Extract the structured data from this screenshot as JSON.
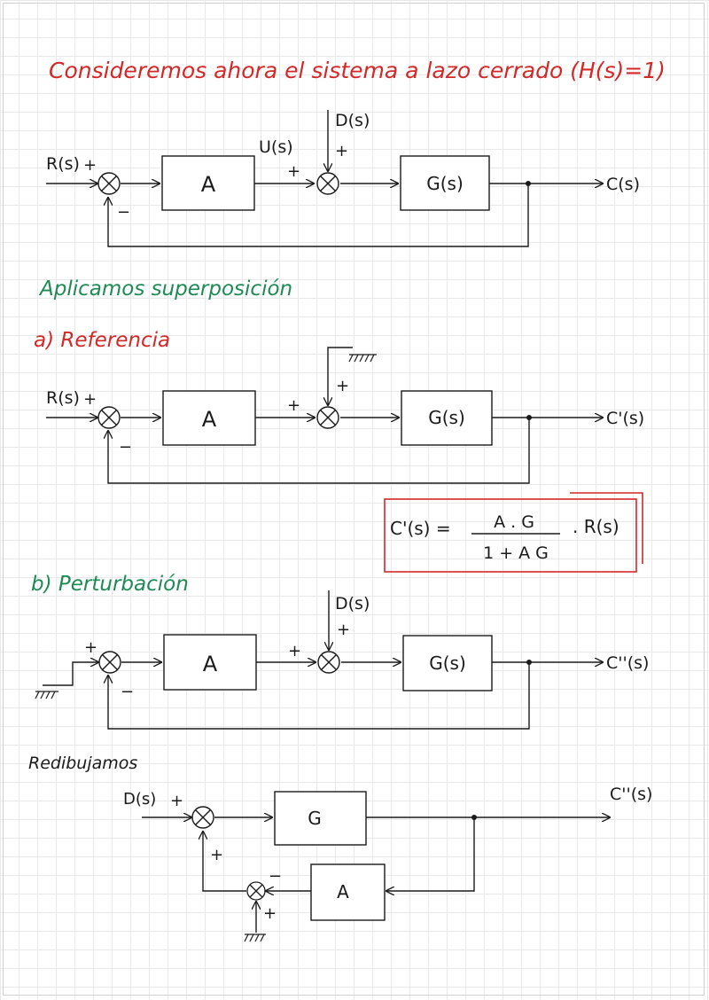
{
  "colors": {
    "title": "#d42828",
    "heading_green": "#1e8a54",
    "ink": "#1a1a1a",
    "result_box": "#d42828",
    "grid": "#e9e9e9"
  },
  "title": "Consideremos ahora el sistema a lazo cerrado (H(s)=1)",
  "subtitle": "Aplicamos superposición",
  "section_a": {
    "heading": "a) Referencia",
    "input_label": "R(s)",
    "plus_in": "+",
    "minus_fb": "−",
    "block_a": "A",
    "plus_sum2_left": "+",
    "plus_sum2_top": "+",
    "block_g": "G(s)",
    "output_label": "C'(s)"
  },
  "section_main": {
    "input_label": "R(s)",
    "plus_in": "+",
    "minus_fb": "−",
    "block_a": "A",
    "u_label": "U(s)",
    "plus_sum2_left": "+",
    "disturbance_label": "D(s)",
    "plus_sum2_top": "+",
    "block_g": "G(s)",
    "output_label": "C(s)"
  },
  "result": {
    "lhs": "C'(s) =",
    "numerator": "A . G",
    "denominator": "1 + A G",
    "tail": ". R(s)"
  },
  "section_b": {
    "heading": "b) Perturbación",
    "plus_in": "+",
    "minus_fb": "−",
    "block_a": "A",
    "plus_sum2_left": "+",
    "disturbance_label": "D(s)",
    "plus_sum2_top": "+",
    "block_g": "G(s)",
    "output_label": "C''(s)"
  },
  "redraw": {
    "heading": "Redibujamos",
    "input_label": "D(s)",
    "plus_in": "+",
    "plus_fb": "+",
    "block_g": "G",
    "block_a": "A",
    "minus_sum": "−",
    "plus_ground": "+",
    "output_label": "C''(s)"
  }
}
